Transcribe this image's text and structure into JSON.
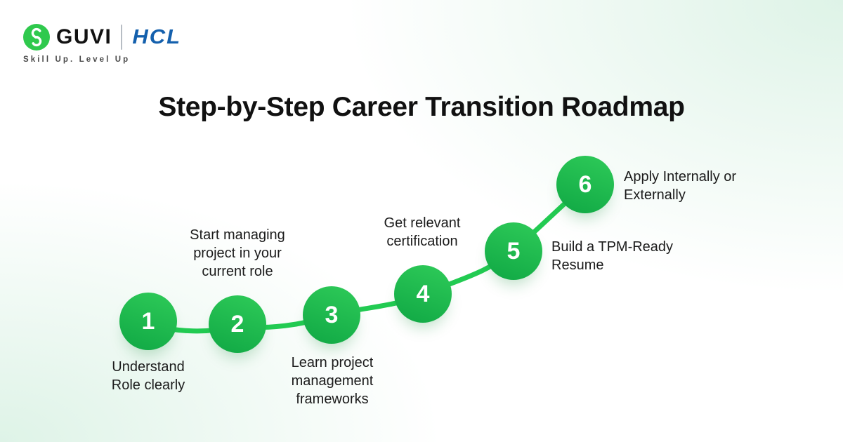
{
  "logo": {
    "brand": "GUVI",
    "partner": "HCL",
    "tagline": "Skill Up. Level Up",
    "icon": "guvi-g-icon"
  },
  "title": "Step-by-Step Career Transition Roadmap",
  "steps": [
    {
      "number": "1",
      "label": "Understand\nRole clearly"
    },
    {
      "number": "2",
      "label": "Start managing\nproject in your\ncurrent role"
    },
    {
      "number": "3",
      "label": "Learn project\nmanagement\nframeworks"
    },
    {
      "number": "4",
      "label": "Get relevant\ncertification"
    },
    {
      "number": "5",
      "label": "Build a TPM-Ready\nResume"
    },
    {
      "number": "6",
      "label": "Apply Internally or\nExternally"
    }
  ],
  "colors": {
    "accent_green": "#2fc94d",
    "circle_top": "#2cc857",
    "circle_bottom": "#11a945",
    "connector": "#22cb52",
    "hcl_blue": "#1460ad",
    "bg_tint": "#def3e7",
    "text_dark": "#1b1b1b",
    "tagline_gray": "#4a4a4a"
  }
}
